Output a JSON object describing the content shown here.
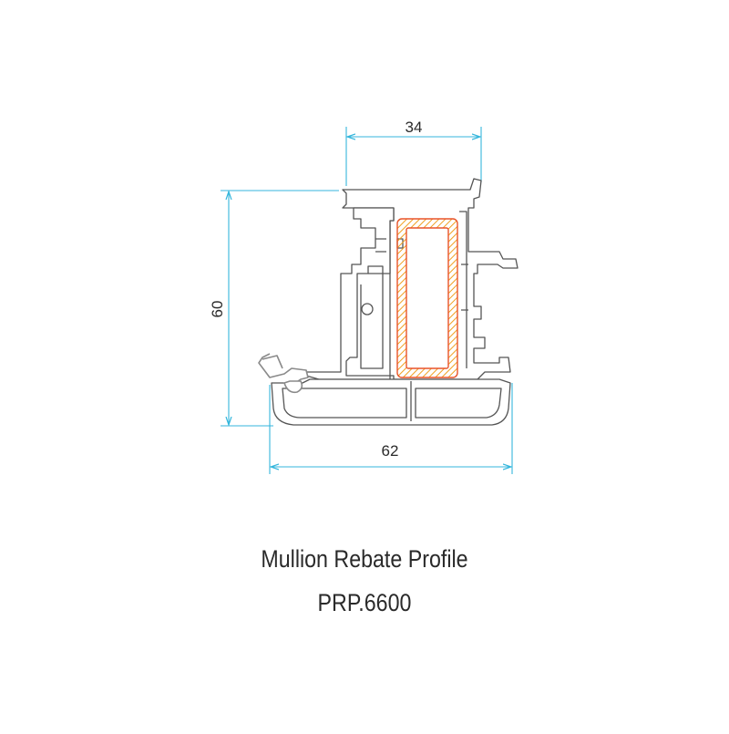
{
  "colors": {
    "dimension": "#34b6dc",
    "profile_stroke": "#555555",
    "reinforcement": "#e8542a",
    "hatch": "#f0a020",
    "gasket": "#8a8a8a",
    "text": "#2a2a2a"
  },
  "dimensions": {
    "top_width": "34",
    "height": "60",
    "bottom_width": "62"
  },
  "caption": {
    "title": "Mullion Rebate Profile",
    "code": "PRP.6600"
  }
}
